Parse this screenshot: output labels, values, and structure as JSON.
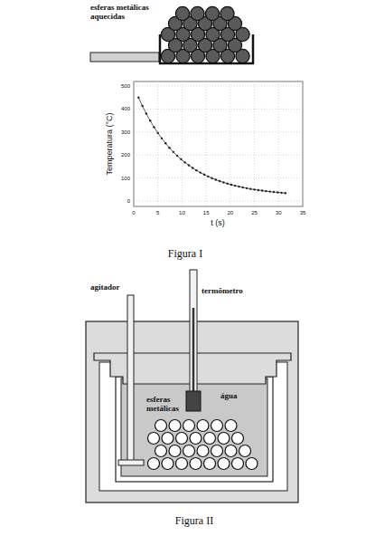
{
  "diagram": {
    "labels": [
      "esferas metálicas aquecidas",
      "500",
      "400",
      "300",
      "200",
      "100",
      "0",
      "0",
      "5",
      "10",
      "15",
      "20",
      "25",
      "30",
      "35",
      "Temperatura (°C)",
      "t (s)",
      "Figura I",
      "agitador",
      "termômetro",
      "água",
      "esferas metálicas",
      "Figura II"
    ]
  }
}
